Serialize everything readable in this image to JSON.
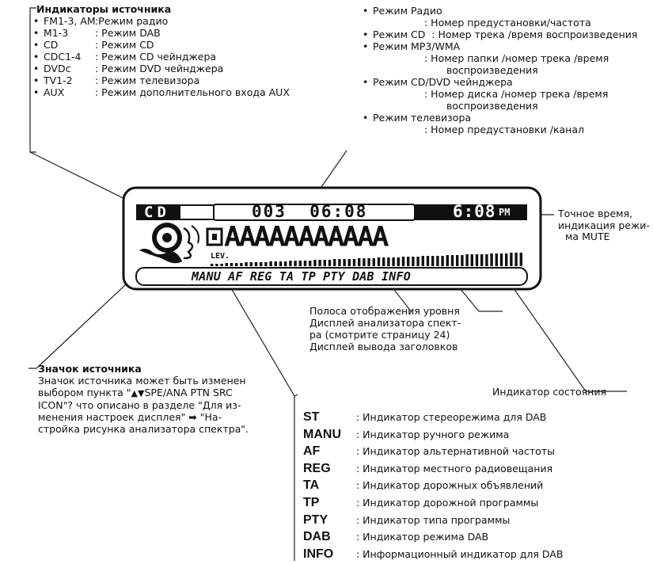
{
  "sources": {
    "title": "Индикаторы источника",
    "items": [
      {
        "key": "FM1-3, AM",
        "value": ":Режим радио"
      },
      {
        "key": "M1-3",
        "value": ": Режим DAB"
      },
      {
        "key": "CD",
        "value": ": Режим CD"
      },
      {
        "key": "CDC1-4",
        "value": ": Режим CD чейнджера"
      },
      {
        "key": "DVDc",
        "value": ": Режим DVD чейнджера"
      },
      {
        "key": "TV1-2",
        "value": ": Режим телевизора"
      },
      {
        "key": "AUX",
        "value": ": Режим дополнительного входа AUX"
      }
    ]
  },
  "modes": {
    "radio": "Режим Радио",
    "radio_desc": ": Номер предустановки/частота",
    "cd": "Режим CD  : Номер трека /время воспроизведения",
    "mp3": "Режим MP3/WMA",
    "mp3_desc1": ": Номер папки /номер трека /время",
    "mp3_desc2": "воспроизведения",
    "changer": "Режим CD/DVD чейнджера",
    "changer_desc1": ": Номер диска /номер трека /время",
    "changer_desc2": "воспроизведения",
    "tv": "Режим телевизора",
    "tv_desc": ": Номер предустановки /канал"
  },
  "display": {
    "source": "CD",
    "track_time": "003  06:08",
    "clock": "6:08",
    "ampm": "PM",
    "title_text": "AAAAAAAAAAA",
    "level_label": "LEV.",
    "indicators": "MANU AF REG TA TP PTY DAB INFO"
  },
  "callouts": {
    "clock_1": "Точное время,",
    "clock_2": "индикация режи-",
    "clock_3": "ма MUTE",
    "level_1": "Полоса отображения уровня",
    "level_2": "Дисплей анализатора спект-",
    "level_3": "ра (смотрите страницу 24)",
    "level_4": "Дисплей вывода заголовков",
    "icon_title": "Значок источника",
    "icon_1": "Значок источника может быть изменен",
    "icon_2_pre": "выбором пункта \"",
    "icon_2_post": "SPE/ANA PTN SRC",
    "icon_3": "ICON\"? что описано в разделе \"Для из-",
    "icon_4_pre": "менения настроек дисплея\" ",
    "icon_4_post": " \"На-",
    "icon_5": "стройка рисунка анализатора спектра\".",
    "status": "Индикатор состояния"
  },
  "status_indicators": [
    {
      "code": "ST",
      "desc": ": Индикатор стереорежима для DAB"
    },
    {
      "code": "MANU",
      "desc": ": Индикатор ручного режима"
    },
    {
      "code": "AF",
      "desc": ": Индикатор альтернативной частоты"
    },
    {
      "code": "REG",
      "desc": ": Индикатор местного радиовещания"
    },
    {
      "code": "TA",
      "desc": ": Индикатор дорожных объявлений"
    },
    {
      "code": "TP",
      "desc": ": Индикатор дорожной программы"
    },
    {
      "code": "PTY",
      "desc": ": Индикатор типа программы"
    },
    {
      "code": "DAB",
      "desc": ": Индикатор режима DAB"
    },
    {
      "code": "INFO",
      "desc": ": Информационный индикатор для DAB"
    }
  ]
}
